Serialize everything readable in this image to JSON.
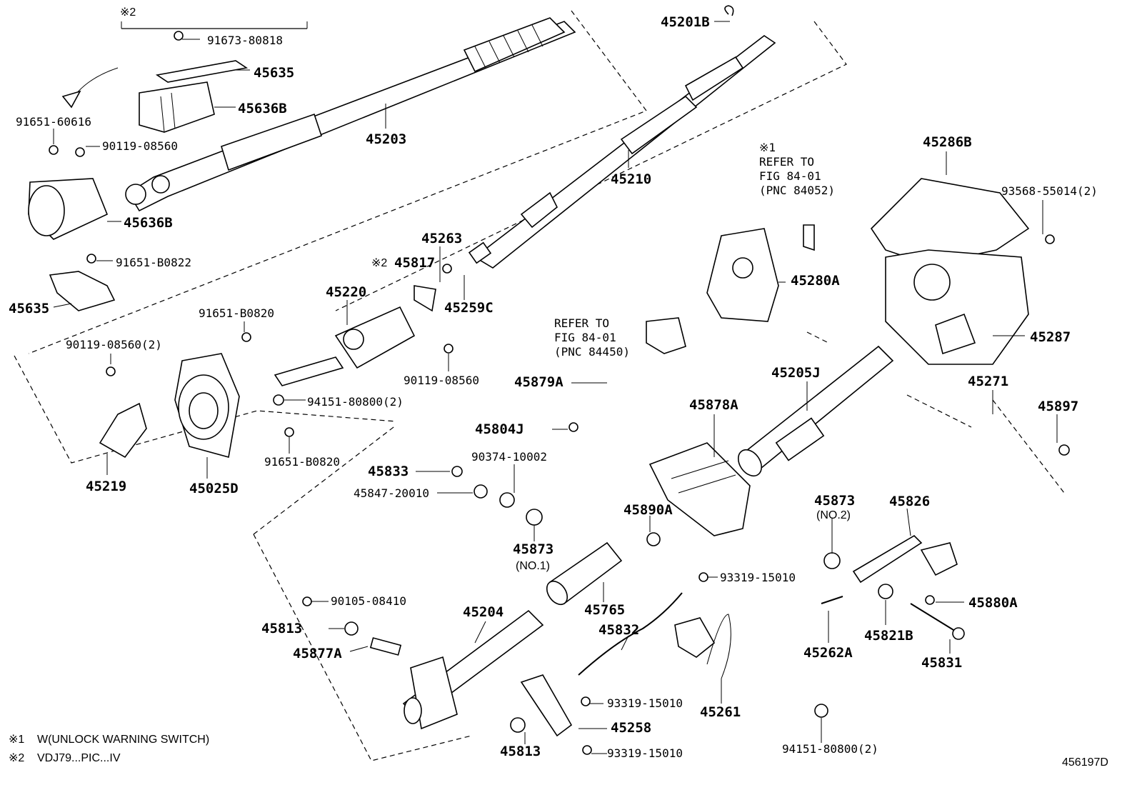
{
  "diagram_id": "456197D",
  "footnotes": [
    {
      "mark": "※1",
      "text": "W(UNLOCK WARNING SWITCH)"
    },
    {
      "mark": "※2",
      "text": "VDJ79...PIC...IV"
    }
  ],
  "group_mark": "※2",
  "refer_notes": [
    {
      "mark": "※1",
      "line1": "REFER TO",
      "line2": "FIG 84-01",
      "line3": "(PNC 84052)"
    },
    {
      "line1": "REFER TO",
      "line2": "FIG 84-01",
      "line3": "(PNC 84450)"
    }
  ],
  "parts": {
    "p91673_80818": "91673-80818",
    "p45635_top": "45635",
    "p45636B_top": "45636B",
    "p91651_60616": "91651-60616",
    "p90119_08560_a": "90119-08560",
    "p45203": "45203",
    "p45201B": "45201B",
    "p45210": "45210",
    "p45636B_bot": "45636B",
    "p91651_B0822": "91651-B0822",
    "p45635_bot": "45635",
    "p45263": "45263",
    "p45817": "45817",
    "p45817_mark": "※2",
    "p45259C": "45259C",
    "p45220": "45220",
    "p91651_B0820_a": "91651-B0820",
    "p90119_08560_2": "90119-08560(2)",
    "p90119_08560_b": "90119-08560",
    "p94151_80800_2a": "94151-80800(2)",
    "p91651_B0820_b": "91651-B0820",
    "p45219": "45219",
    "p45025D": "45025D",
    "p45286B": "45286B",
    "p93568_55014": "93568-55014(2)",
    "p45280A": "45280A",
    "p45287": "45287",
    "p45879A": "45879A",
    "p45205J": "45205J",
    "p45271": "45271",
    "p45897": "45897",
    "p45878A": "45878A",
    "p45804J": "45804J",
    "p90374_10002": "90374-10002",
    "p45833": "45833",
    "p45847_20010": "45847-20010",
    "p45890A": "45890A",
    "p45873_no1": "45873",
    "p45873_no1_sub": "(NO.1)",
    "p45873_no2": "45873",
    "p45873_no2_sub": "(NO.2)",
    "p45826": "45826",
    "p93319_15010_a": "93319-15010",
    "p45880A": "45880A",
    "p45765": "45765",
    "p45204": "45204",
    "p90105_08410": "90105-08410",
    "p45813_a": "45813",
    "p45877A": "45877A",
    "p45832": "45832",
    "p45262A": "45262A",
    "p45821B": "45821B",
    "p45831": "45831",
    "p93319_15010_b": "93319-15010",
    "p45261": "45261",
    "p45258": "45258",
    "p45813_b": "45813",
    "p93319_15010_c": "93319-15010",
    "p94151_80800_2b": "94151-80800(2)"
  }
}
